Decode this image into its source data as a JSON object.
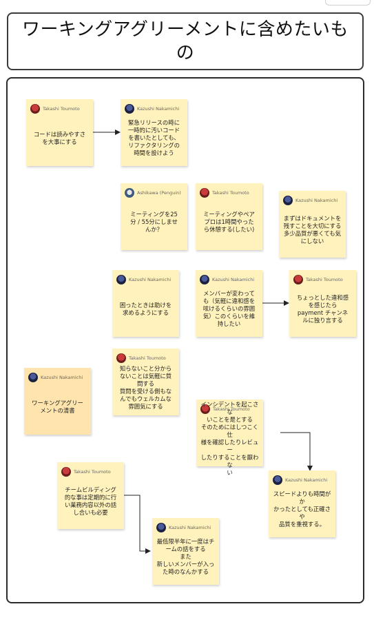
{
  "title": "ワーキングアグリーメントに含めたいもの",
  "notes": [
    {
      "id": "n1",
      "author": "Takashi Toumoto",
      "avatar": "red",
      "text": "コードは読みやすさ\nを大事にする"
    },
    {
      "id": "n2",
      "author": "Kazushi Nakamichi",
      "avatar": "navy",
      "text": "緊急リリースの時に\n一時的に汚いコード\nを書いたとしても、\nリファクタリングの\n時間を設けよう"
    },
    {
      "id": "n3",
      "author": "Ashikawa (Penguin)",
      "avatar": "penguin",
      "text": "ミーティングを25\n分 / 55分にしませ\nんか？"
    },
    {
      "id": "n4",
      "author": "Takashi Toumoto",
      "avatar": "red",
      "text": "ミーティングやペア\nプロは1時間やった\nら休憩する(したい)"
    },
    {
      "id": "n5",
      "author": "Kazushi Nakamichi",
      "avatar": "navy",
      "text": "まずはドキュメントを\n残すことを大切にする\n多少品質が悪くても気\nにしない"
    },
    {
      "id": "n6",
      "author": "Kazushi Nakamichi",
      "avatar": "navy",
      "text": "困ったときは助けを\n求めるようにする"
    },
    {
      "id": "n7",
      "author": "Kazushi Nakamichi",
      "avatar": "navy",
      "text": "メンバーが変わって\nも（気軽に違和感を\n呟けるくらいの雰囲\n気）このくらいを維\n持したい"
    },
    {
      "id": "n8",
      "author": "Takashi Toumoto",
      "avatar": "red",
      "text": "ちょっとした違和感\nを感じたら\npayment チャンネ\nルに独り言する"
    },
    {
      "id": "n9",
      "author": "Kazushi Nakamichi",
      "avatar": "navy",
      "text": "ワーキングアグリー\nメントの清書"
    },
    {
      "id": "n10",
      "author": "Takashi Toumoto",
      "avatar": "red",
      "text": "知らないこと分から\nないことは気軽に質\n問する\n質問を受ける側もな\nんでもウェルカムな\n雰囲気にする"
    },
    {
      "id": "n11",
      "author": "Takashi Toumoto",
      "avatar": "red",
      "text": "インシデントを起こさな\nいことを是とする\nそのためにはしつこく仕\n様を確認したりレビュー\nしたりすることを厭わな\nい"
    },
    {
      "id": "n12",
      "author": "Kazushi Nakamichi",
      "avatar": "navy",
      "text": "スピードよりも時間がか\nかったとしても正確さや\n品質を重視する。"
    },
    {
      "id": "n13",
      "author": "Takashi Toumoto",
      "avatar": "red",
      "text": "チームビルディング\n的な事は定期的に行\nい業務内容以外の話\nし合いも必要"
    },
    {
      "id": "n14",
      "author": "Kazushi Nakamichi",
      "avatar": "navy",
      "text": "最低限半年に一度はチ\nームの話をする\nまた\n新しいメンバーが入っ\nた時のなんかする"
    }
  ],
  "connections": [
    {
      "from": "n1",
      "to": "n2"
    },
    {
      "from": "n7",
      "to": "n8"
    },
    {
      "from": "n11",
      "to": "n12"
    },
    {
      "from": "n13",
      "to": "n14"
    }
  ]
}
